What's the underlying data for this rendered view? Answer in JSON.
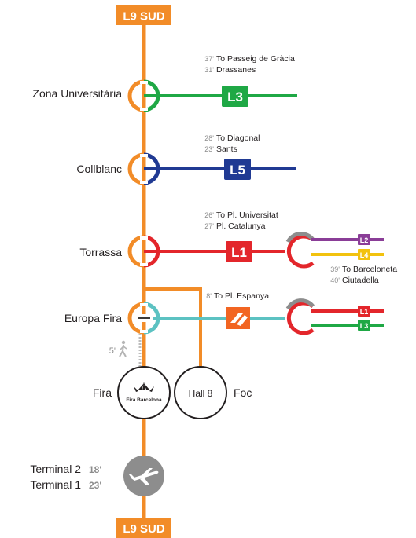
{
  "header_badge": "L9 SUD",
  "footer_badge": "L9 SUD",
  "colors": {
    "l9": "#f28c28",
    "l3": "#1fa845",
    "l5": "#203a93",
    "l1": "#e3262b",
    "l2": "#8a3d97",
    "l4": "#f2c20e",
    "fgc": "#5cc2c2",
    "gray": "#8d8d8d",
    "minutes": "#8d8d8d"
  },
  "stations": {
    "zona_universitaria": "Zona Universitària",
    "collblanc": "Collblanc",
    "torrassa": "Torrassa",
    "europa_fira": "Europa Fira",
    "fira": "Fira",
    "foc": "Foc"
  },
  "line_badges": {
    "l3": "L3",
    "l5": "L5",
    "l1": "L1",
    "l2_small": "L2",
    "l4_small": "L4",
    "l1_small": "L1",
    "l3_small": "L3"
  },
  "transfers": {
    "l3": [
      {
        "minutes": "37'",
        "text": "To Passeig de Gràcia"
      },
      {
        "minutes": "31'",
        "text": "Drassanes"
      }
    ],
    "l5": [
      {
        "minutes": "28'",
        "text": "To Diagonal"
      },
      {
        "minutes": "23'",
        "text": "Sants"
      }
    ],
    "l1": [
      {
        "minutes": "26'",
        "text": "To Pl. Universitat"
      },
      {
        "minutes": "27'",
        "text": "Pl. Catalunya"
      }
    ],
    "l4_l2": [
      {
        "minutes": "39'",
        "text": "To Barceloneta"
      },
      {
        "minutes": "40'",
        "text": "Ciutadella"
      }
    ],
    "fgc": [
      {
        "minutes": "8'",
        "text": "To Pl. Espanya"
      }
    ]
  },
  "walk_minutes": "5'",
  "fira_logo_text": "Fira Barcelona",
  "hall_label": "Hall 8",
  "airport": {
    "terminal2": "Terminal 2",
    "terminal2_min": "18'",
    "terminal1": "Terminal 1",
    "terminal1_min": "23'"
  }
}
